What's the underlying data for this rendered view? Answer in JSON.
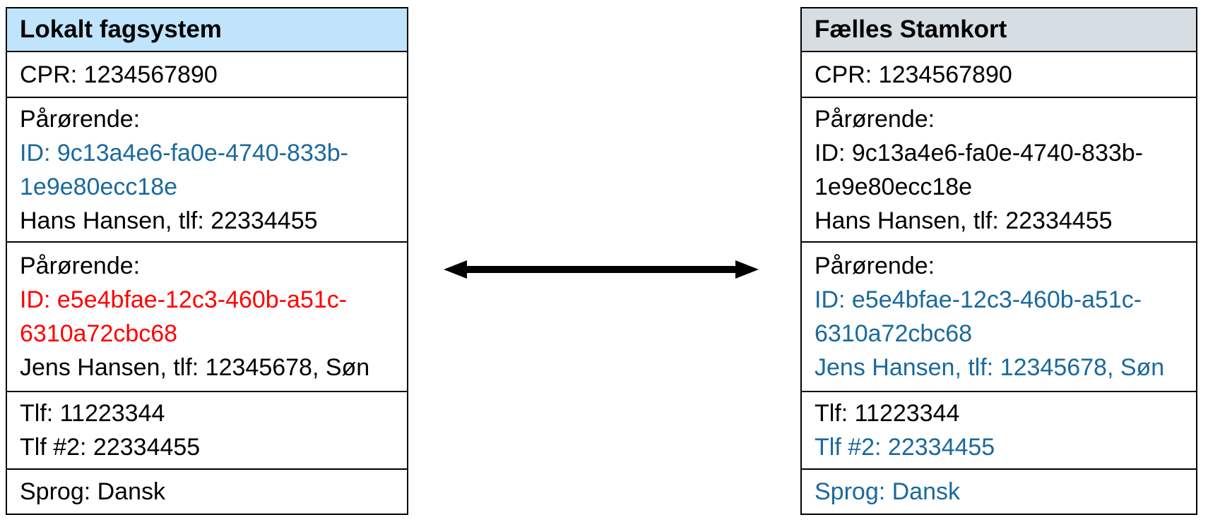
{
  "left_table": {
    "title": "Lokalt fagsystem",
    "cpr": "CPR: 1234567890",
    "relative1": {
      "label": "Pårørende:",
      "id_line1": "ID: 9c13a4e6-fa0e-4740-833b-",
      "id_line2": "1e9e80ecc18e",
      "person": "Hans Hansen, tlf: 22334455"
    },
    "relative2": {
      "label": "Pårørende:",
      "id_line1": "ID: e5e4bfae-12c3-460b-a51c-",
      "id_line2": "6310a72cbc68",
      "person": "Jens Hansen, tlf: 12345678, Søn"
    },
    "phone1": "Tlf: 11223344",
    "phone2": "Tlf #2: 22334455",
    "language": "Sprog: Dansk"
  },
  "right_table": {
    "title": "Fælles Stamkort",
    "cpr": "CPR: 1234567890",
    "relative1": {
      "label": "Pårørende:",
      "id_line1": "ID: 9c13a4e6-fa0e-4740-833b-",
      "id_line2": "1e9e80ecc18e",
      "person": "Hans Hansen, tlf: 22334455"
    },
    "relative2": {
      "label": "Pårørende:",
      "id_line1": "ID: e5e4bfae-12c3-460b-a51c-",
      "id_line2": "6310a72cbc68",
      "person": "Jens Hansen, tlf: 12345678, Søn"
    },
    "phone1": "Tlf: 11223344",
    "phone2": "Tlf #2: 22334455",
    "language": "Sprog: Dansk"
  },
  "arrow": {
    "icon": "double-headed-horizontal-arrow"
  },
  "colors": {
    "accent_blue": "#1a699d",
    "alert_red": "#ff0000",
    "left_header_bg": "#bfe4fb",
    "right_header_bg": "#d6dee3",
    "border_color": "#000000"
  }
}
